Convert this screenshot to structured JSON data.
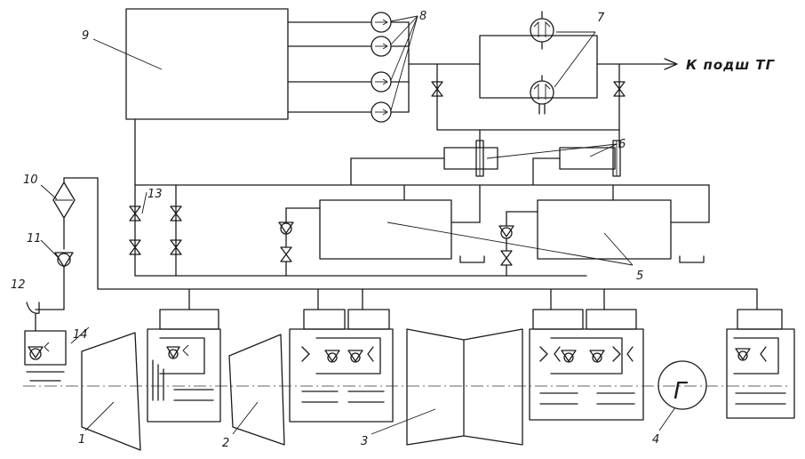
{
  "labels": {
    "n1": "1",
    "n2": "2",
    "n3": "3",
    "n4": "4",
    "n5": "5",
    "n6": "6",
    "n7": "7",
    "n8": "8",
    "n9": "9",
    "n10": "10",
    "n11": "11",
    "n12": "12",
    "n13": "13",
    "n14": "14"
  },
  "destination": "К подш ТГ",
  "generator_symbol": "Г"
}
